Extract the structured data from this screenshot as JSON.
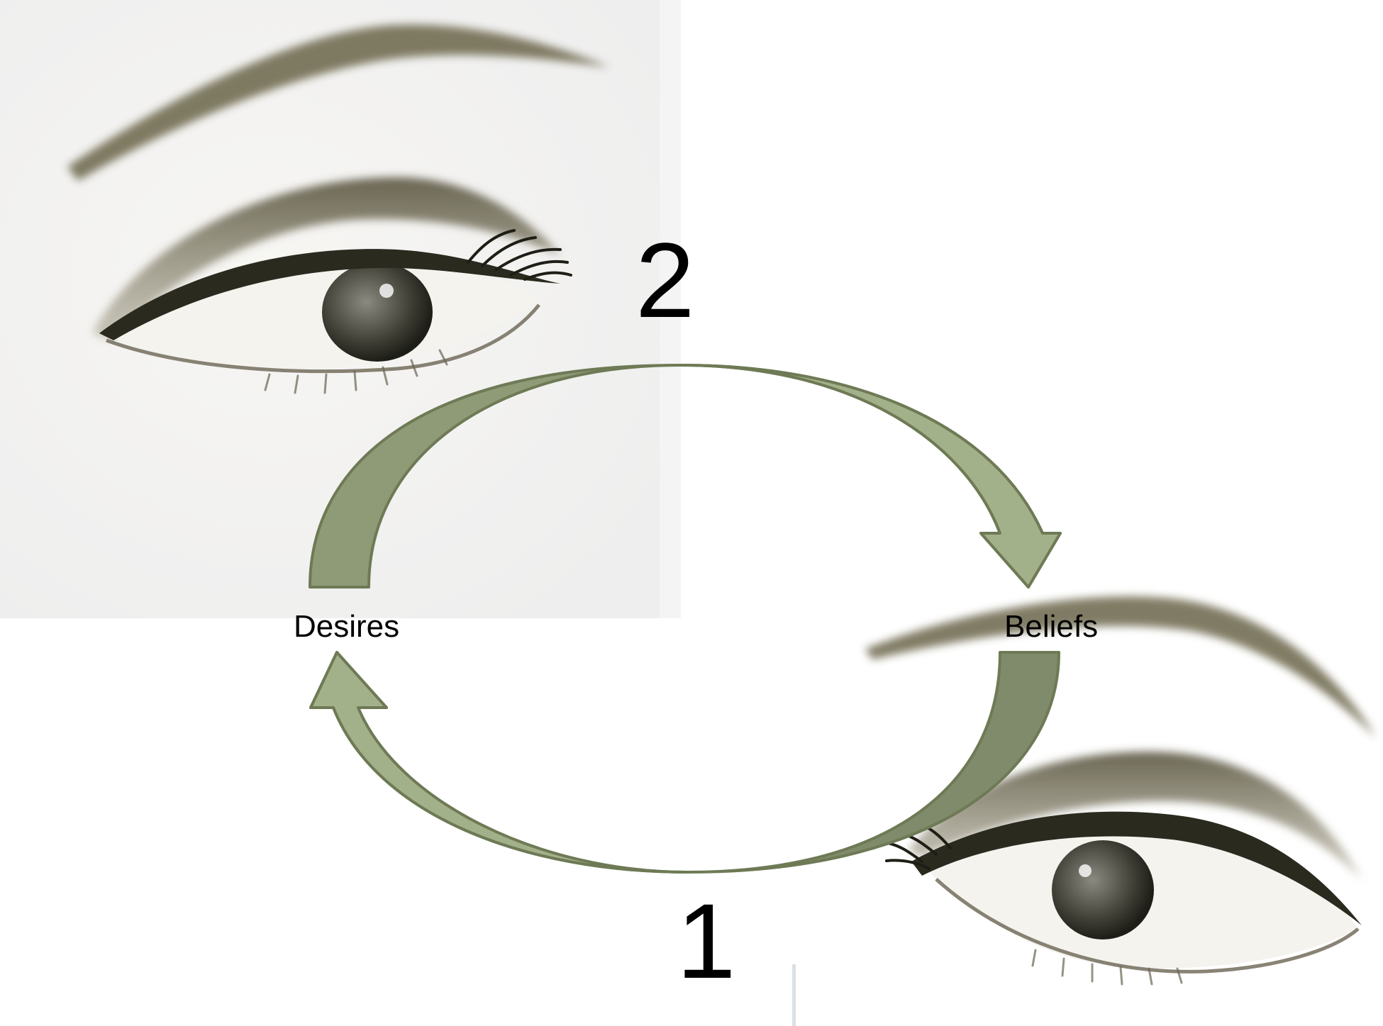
{
  "diagram": {
    "nodes": {
      "desires": "Desires",
      "beliefs": "Beliefs"
    },
    "steps": {
      "top": "2",
      "bottom": "1"
    },
    "edges": [
      {
        "from": "Desires",
        "to": "Beliefs",
        "label": "2"
      },
      {
        "from": "Beliefs",
        "to": "Desires",
        "label": "1"
      }
    ]
  },
  "colors": {
    "arrow_fill_light": "#a3b18a",
    "arrow_fill_dark": "#7f8b6a",
    "arrow_stroke": "#6e7a55",
    "sketch_ink": "#3a3a28",
    "sketch_brow": "#6b6548"
  },
  "images": [
    {
      "name": "eye-sketch-top-left",
      "depicts": "eye"
    },
    {
      "name": "eye-sketch-bottom-right",
      "depicts": "eye"
    }
  ]
}
